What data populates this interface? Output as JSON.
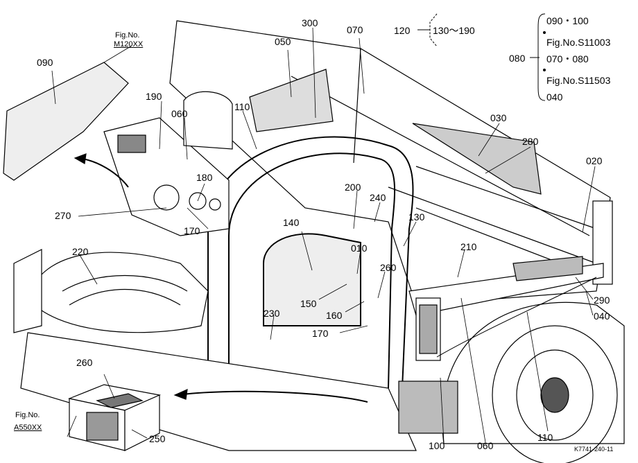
{
  "fig_refs": {
    "top_left": {
      "line1": "Fig.No.",
      "line2": "M120XX"
    },
    "bottom_left": {
      "line1": "Fig.No.",
      "line2": "A550XX"
    }
  },
  "legend": {
    "row1_left": "120",
    "row1_right": "130〜190",
    "group_key": "080",
    "items": [
      "090・100",
      "Fig.No.S11003",
      "070・080",
      "Fig.No.S11503",
      "040"
    ]
  },
  "parts": {
    "p090": "090",
    "p050": "050",
    "p300": "300",
    "p070": "070",
    "p190": "190",
    "p060_top": "060",
    "p110_top": "110",
    "p030": "030",
    "p280": "280",
    "p180": "180",
    "p270": "270",
    "p170_top": "170",
    "p020": "020",
    "p200": "200",
    "p240": "240",
    "p130": "130",
    "p140": "140",
    "p010": "010",
    "p220": "220",
    "p210": "210",
    "p260_mid": "260",
    "p150": "150",
    "p160": "160",
    "p290": "290",
    "p040": "040",
    "p230": "230",
    "p170_bot": "170",
    "p260_bat": "260",
    "p250": "250",
    "p100": "100",
    "p060_bot": "060",
    "p110_bot": "110"
  },
  "drawing_code": "K7741-240-11"
}
